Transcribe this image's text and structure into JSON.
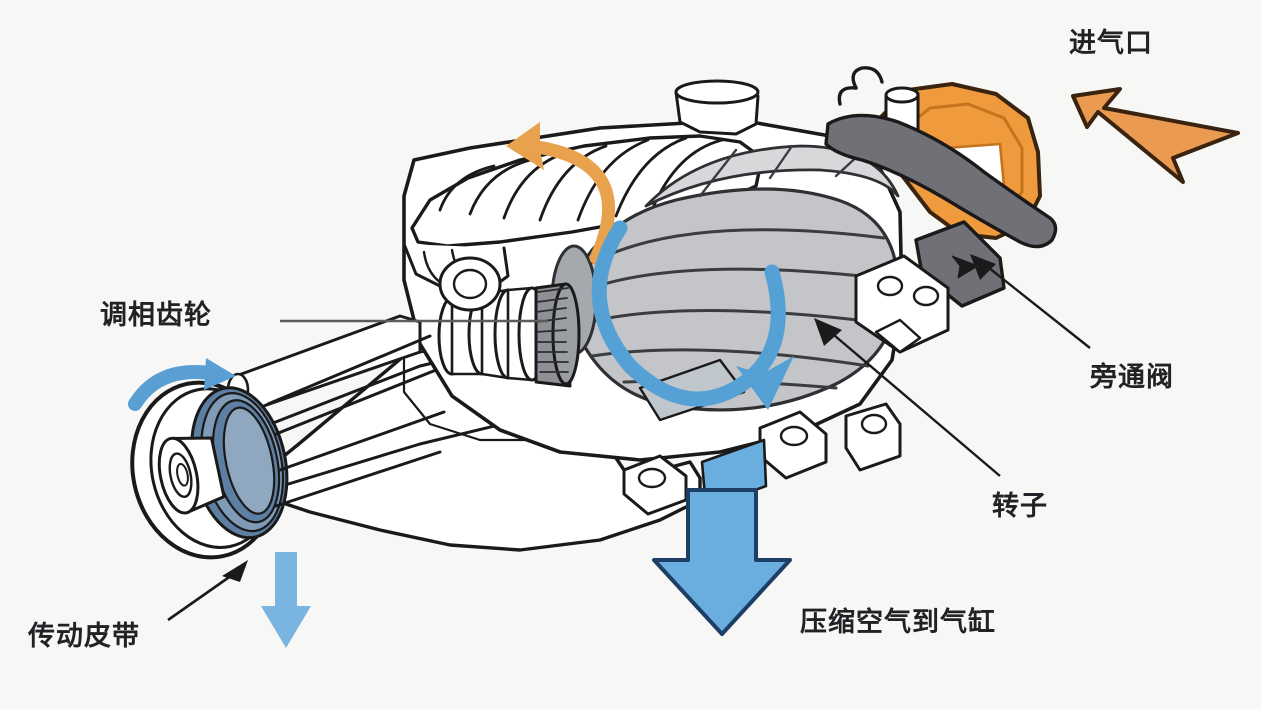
{
  "diagram": {
    "title_visible": false,
    "background_color": "#f7f7f5",
    "subject": "supercharger-cutaway",
    "labels": [
      {
        "id": "intake",
        "text": "进气口",
        "role": "air-intake-port"
      },
      {
        "id": "gear",
        "text": "调相齿轮",
        "role": "timing-phasing-gear"
      },
      {
        "id": "bypass",
        "text": "旁通阀",
        "role": "bypass-valve"
      },
      {
        "id": "rotor",
        "text": "转子",
        "role": "rotor"
      },
      {
        "id": "air",
        "text": "压缩空气到气缸",
        "role": "compressed-air-to-cylinder"
      },
      {
        "id": "belt",
        "text": "传动皮带",
        "role": "drive-belt"
      }
    ],
    "arrows": [
      {
        "id": "intake-arrow",
        "color": "#eb9a52",
        "outline": "#4a2d16",
        "direction": "left-down",
        "meaning": "air entering intake"
      },
      {
        "id": "manifold-arrow",
        "color": "#e8a24e",
        "direction": "curve-left",
        "meaning": "air flow over manifold"
      },
      {
        "id": "rotor-arrow",
        "color": "#55a0d4",
        "direction": "clockwise-loop",
        "meaning": "rotor rotation"
      },
      {
        "id": "discharge-arrow",
        "color": "#6aaee0",
        "outline": "#1d3f66",
        "direction": "down",
        "meaning": "compressed air discharge"
      },
      {
        "id": "pulley-arrow",
        "color": "#5a9fd4",
        "direction": "curve-clockwise",
        "meaning": "pulley rotation"
      },
      {
        "id": "belt-arrow",
        "color": "#7ab4e0",
        "direction": "down",
        "meaning": "belt travel"
      }
    ],
    "palette": {
      "ink": "#1a1a1a",
      "rotor_gray": "#c3c5c8",
      "rotor_gray_dark": "#9a9da2",
      "duct_gray": "#6f7176",
      "valve_orange": "#ef9a3c",
      "valve_orange_dark": "#d8791f",
      "pulley_blue": "#5c7fa3",
      "accent_blue": "#5aa3d8",
      "accent_orange": "#e8a24e",
      "leader_line": "#5c5c5c"
    }
  }
}
